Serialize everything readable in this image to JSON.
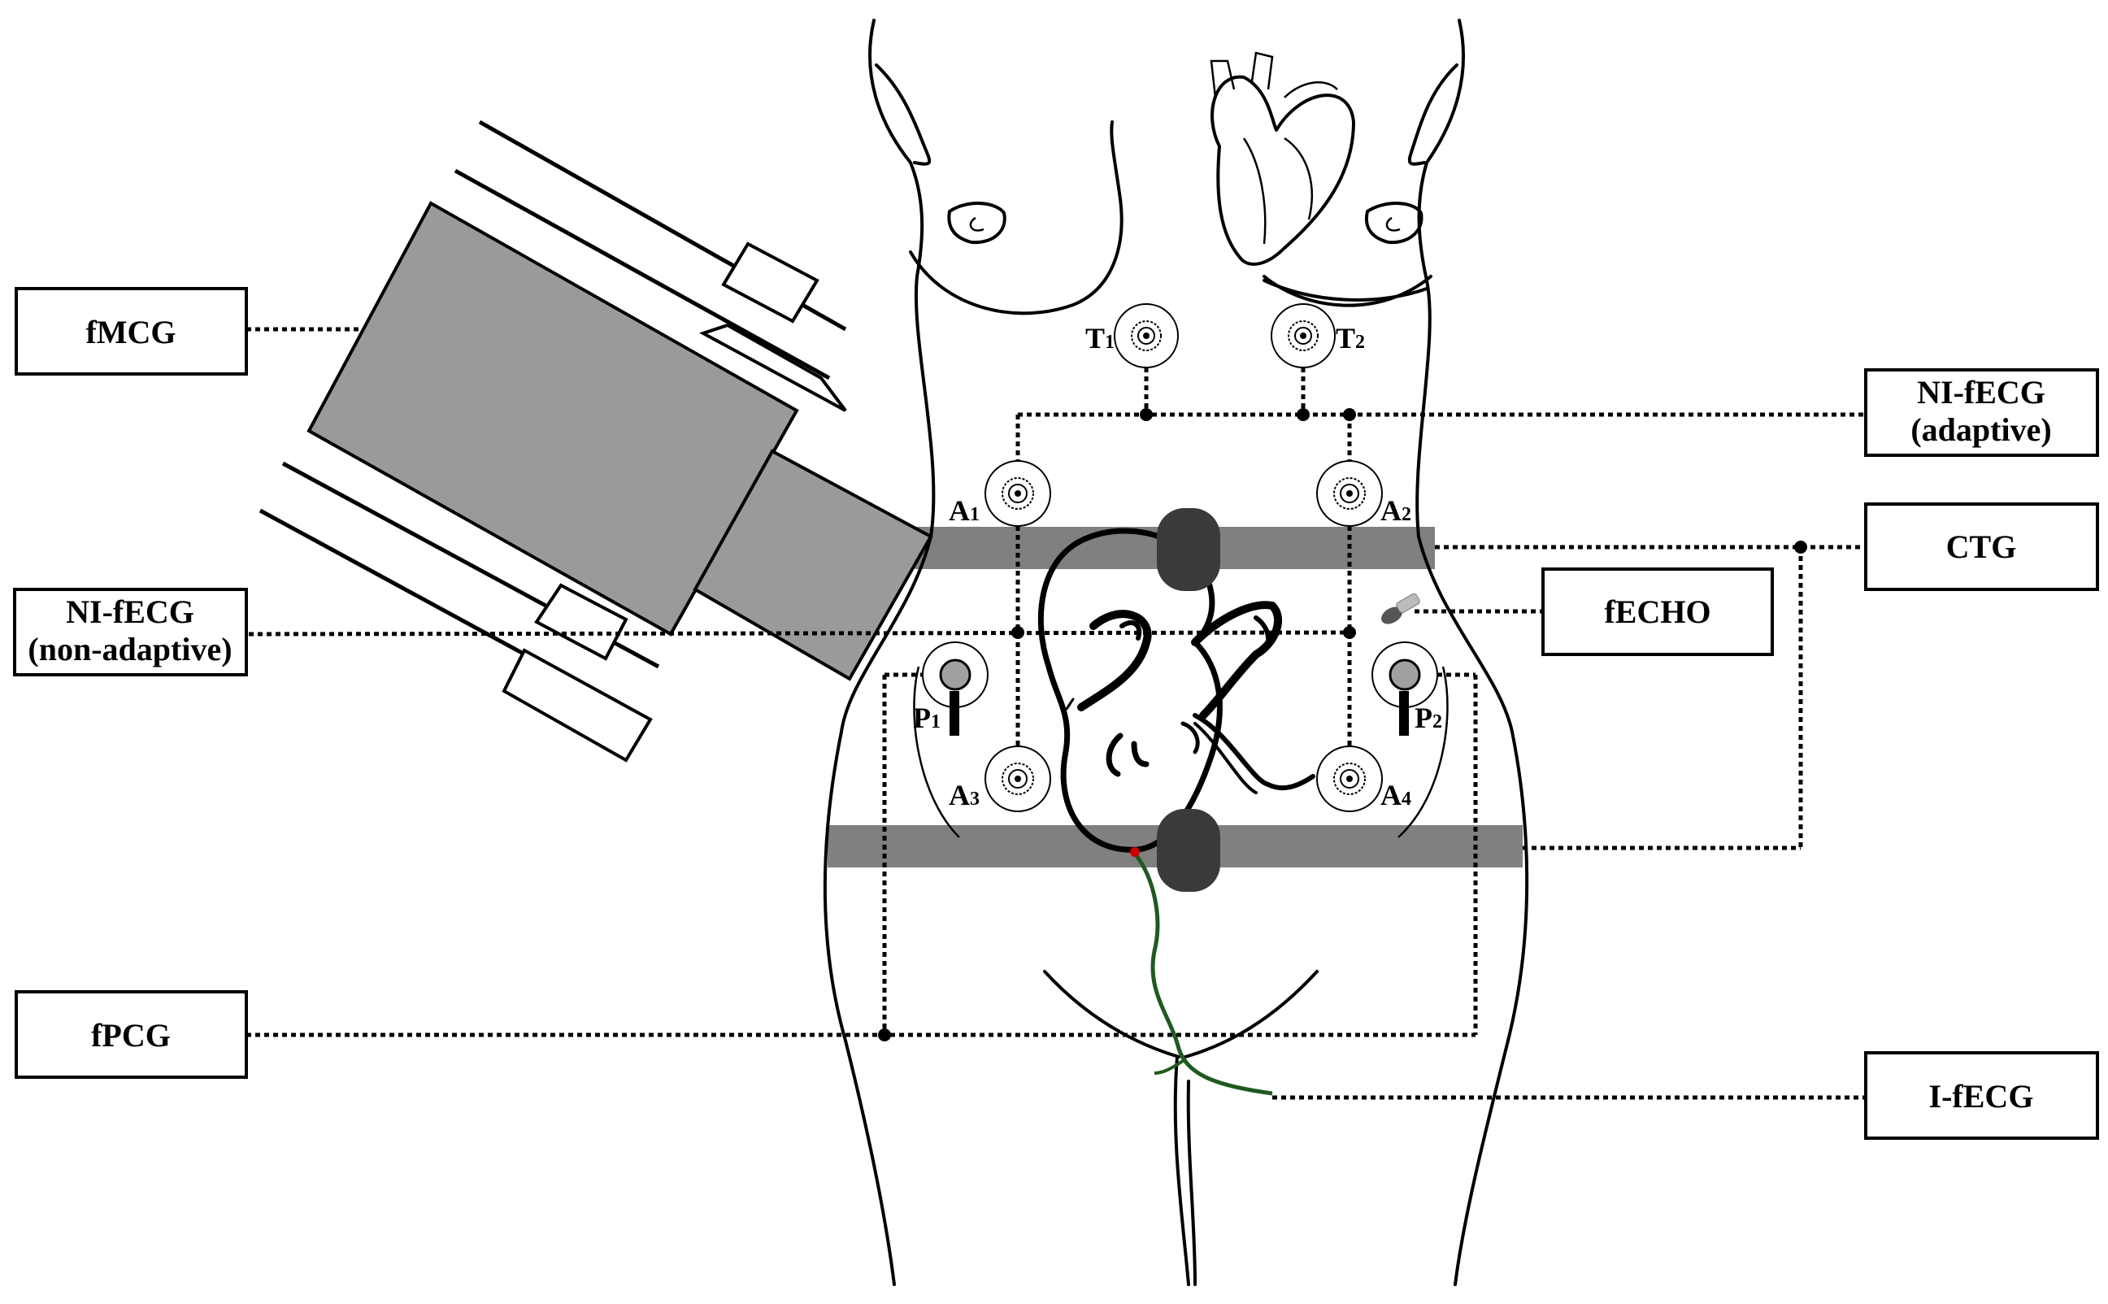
{
  "labels": {
    "fmcg": "fMCG",
    "ni_fecg_non_adaptive_line1": "NI-fECG",
    "ni_fecg_non_adaptive_line2": "(non-adaptive)",
    "fpcg": "fPCG",
    "ni_fecg_adaptive_line1": "NI-fECG",
    "ni_fecg_adaptive_line2": "(adaptive)",
    "ctg": "CTG",
    "fecho": "fECHO",
    "i_fecg": "I-fECG"
  },
  "electrodes": {
    "t1": {
      "letter": "T",
      "sub": "1"
    },
    "t2": {
      "letter": "T",
      "sub": "2"
    },
    "a1": {
      "letter": "A",
      "sub": "1"
    },
    "a2": {
      "letter": "A",
      "sub": "2"
    },
    "a3": {
      "letter": "A",
      "sub": "3"
    },
    "a4": {
      "letter": "A",
      "sub": "4"
    },
    "p1": {
      "letter": "P",
      "sub": "1"
    },
    "p2": {
      "letter": "P",
      "sub": "2"
    }
  },
  "colors": {
    "belt": "#808080",
    "magnetometer": "#9a9a9a",
    "transducer": "#3a3a3a",
    "scalp_electrode": "#1f5a1f",
    "scalp_tip": "#cc0000"
  }
}
